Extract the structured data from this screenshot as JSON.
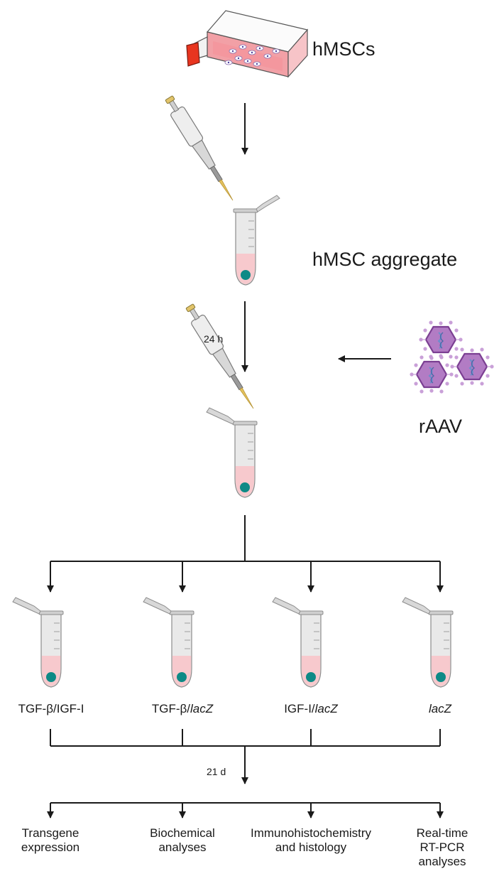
{
  "labels": {
    "cells": "hMSCs",
    "aggregate": "hMSC aggregate",
    "vector": "rAAV",
    "time_1": "24 h",
    "time_2": "21 d"
  },
  "groups": [
    {
      "prefix": "TGF-β/IGF-I",
      "italic": ""
    },
    {
      "prefix": "TGF-β/",
      "italic": "lacZ"
    },
    {
      "prefix": "IGF-I/",
      "italic": "lacZ"
    },
    {
      "prefix": "",
      "italic": "lacZ"
    }
  ],
  "analyses": [
    {
      "line1": "Transgene",
      "line2": "expression",
      "line3": ""
    },
    {
      "line1": "Biochemical",
      "line2": "analyses",
      "line3": ""
    },
    {
      "line1": "Immunohistochemistry",
      "line2": "and histology",
      "line3": ""
    },
    {
      "line1": "Real-time",
      "line2": "RT-PCR",
      "line3": "analyses"
    }
  ],
  "colors": {
    "medium": "#f7c9cd",
    "flask_fill": "#f2a0a6",
    "flask_cap": "#e8351f",
    "pellet": "#0e8a86",
    "virus_fill": "#b27cc4",
    "virus_stroke": "#7b3f92",
    "line": "#1a1a1a"
  }
}
